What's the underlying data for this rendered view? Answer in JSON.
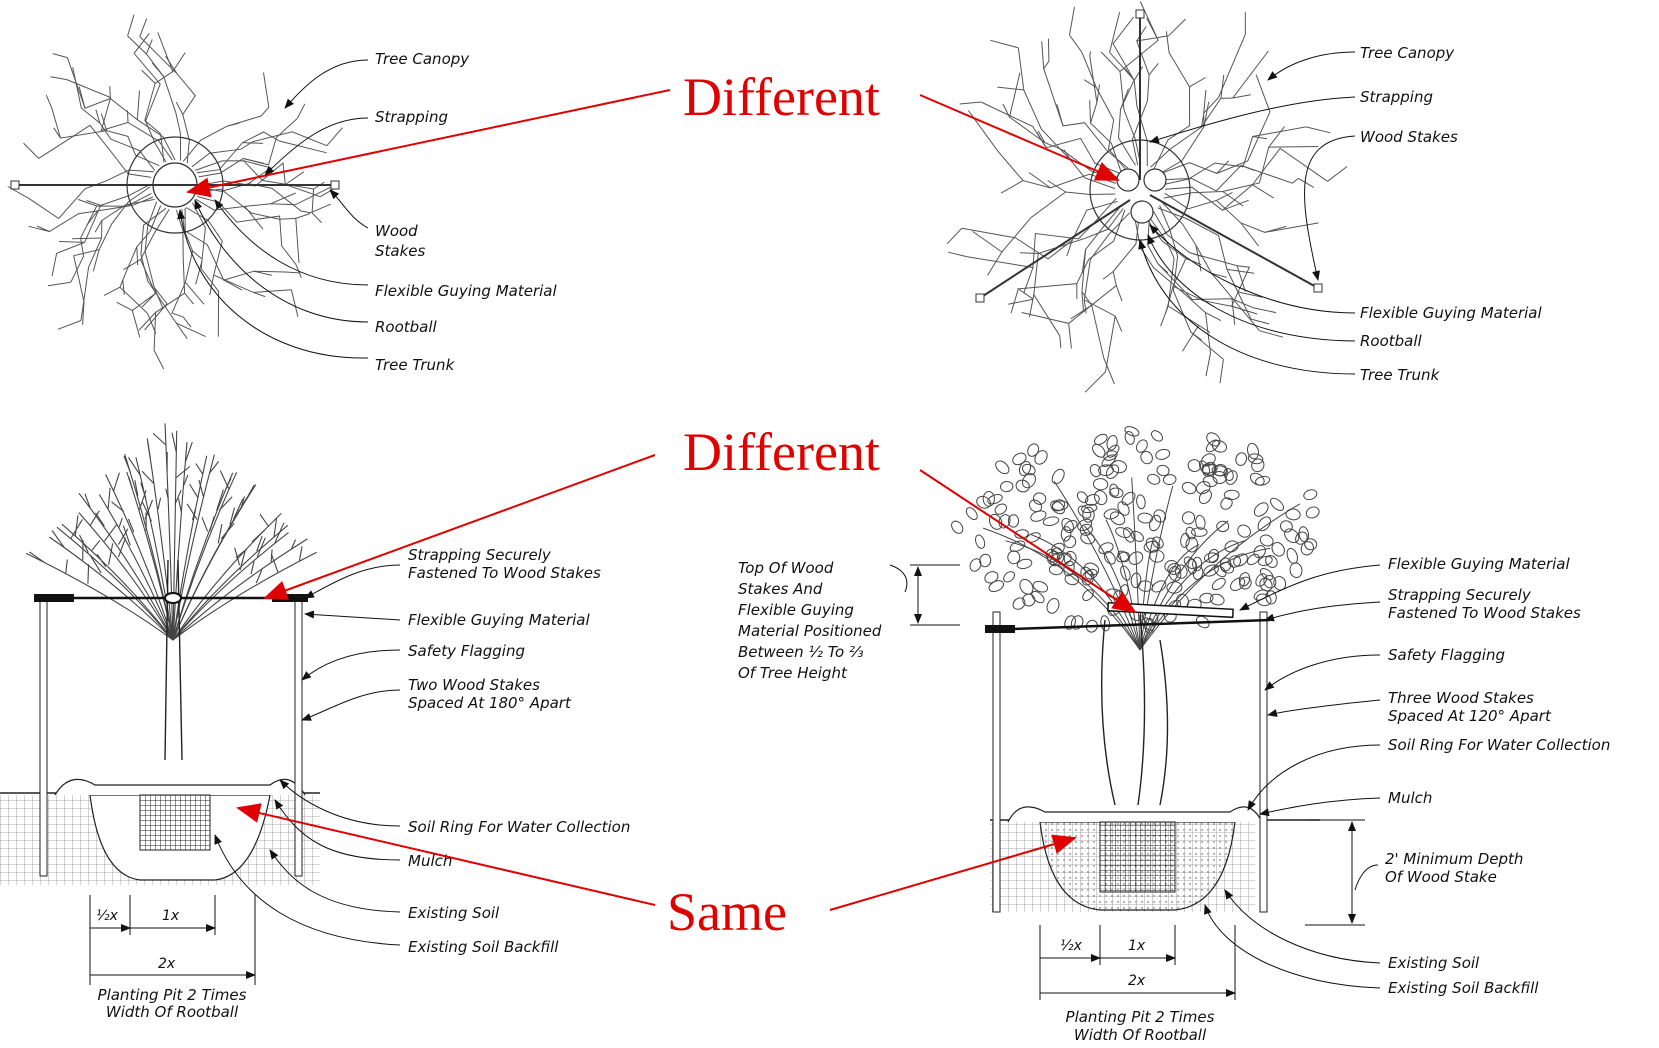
{
  "annotations": {
    "different_top": "Different",
    "different_middle": "Different",
    "same": "Same",
    "color": "#e00000"
  },
  "top_left": {
    "labels": [
      "Tree Canopy",
      "Strapping",
      "Wood",
      "Stakes",
      "Flexible Guying Material",
      "Rootball",
      "Tree Trunk"
    ]
  },
  "top_right": {
    "labels": [
      "Tree Canopy",
      "Strapping",
      "Wood Stakes",
      "Flexible Guying Material",
      "Rootball",
      "Tree Trunk"
    ]
  },
  "bottom_left": {
    "labels": [
      "Strapping Securely",
      "Fastened To Wood Stakes",
      "Flexible Guying Material",
      "Safety Flagging",
      "Two Wood Stakes",
      "Spaced At 180° Apart",
      "Soil Ring For Water Collection",
      "Mulch",
      "Existing Soil",
      "Existing Soil Backfill"
    ],
    "dims": {
      "half": "½x",
      "one": "1x",
      "two": "2x"
    },
    "caption": [
      "Planting Pit 2 Times",
      "Width Of Rootball"
    ]
  },
  "bottom_right": {
    "note": [
      "Top Of Wood",
      "Stakes And",
      "Flexible Guying",
      "Material Positioned",
      "Between ½ To ⅔",
      "Of Tree Height"
    ],
    "labels": [
      "Flexible Guying Material",
      "Strapping Securely",
      "Fastened To Wood Stakes",
      "Safety Flagging",
      "Three Wood Stakes",
      "Spaced At 120° Apart",
      "Soil Ring For Water Collection",
      "Mulch",
      "2' Minimum Depth",
      "Of Wood Stake",
      "Existing Soil",
      "Existing Soil Backfill"
    ],
    "dims": {
      "half": "½x",
      "one": "1x",
      "two": "2x"
    },
    "caption": [
      "Planting Pit 2 Times",
      "Width Of Rootball"
    ]
  }
}
